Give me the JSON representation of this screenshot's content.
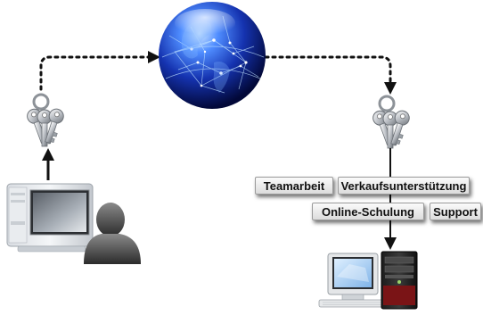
{
  "labels": {
    "teamarbeit": "Teamarbeit",
    "verkaufsunterstuetzung": "Verkaufsunterstützung",
    "online_schulung": "Online-Schulung",
    "support": "Support"
  },
  "icons": [
    "globe-icon",
    "keys-icon",
    "imac-computer-icon",
    "person-silhouette-icon",
    "desktop-pc-icon"
  ],
  "colors": {
    "globe_dark": "#0a1a6b",
    "globe_light": "#6fb4ff",
    "arrow": "#111111",
    "label_bg": "#ececec"
  }
}
